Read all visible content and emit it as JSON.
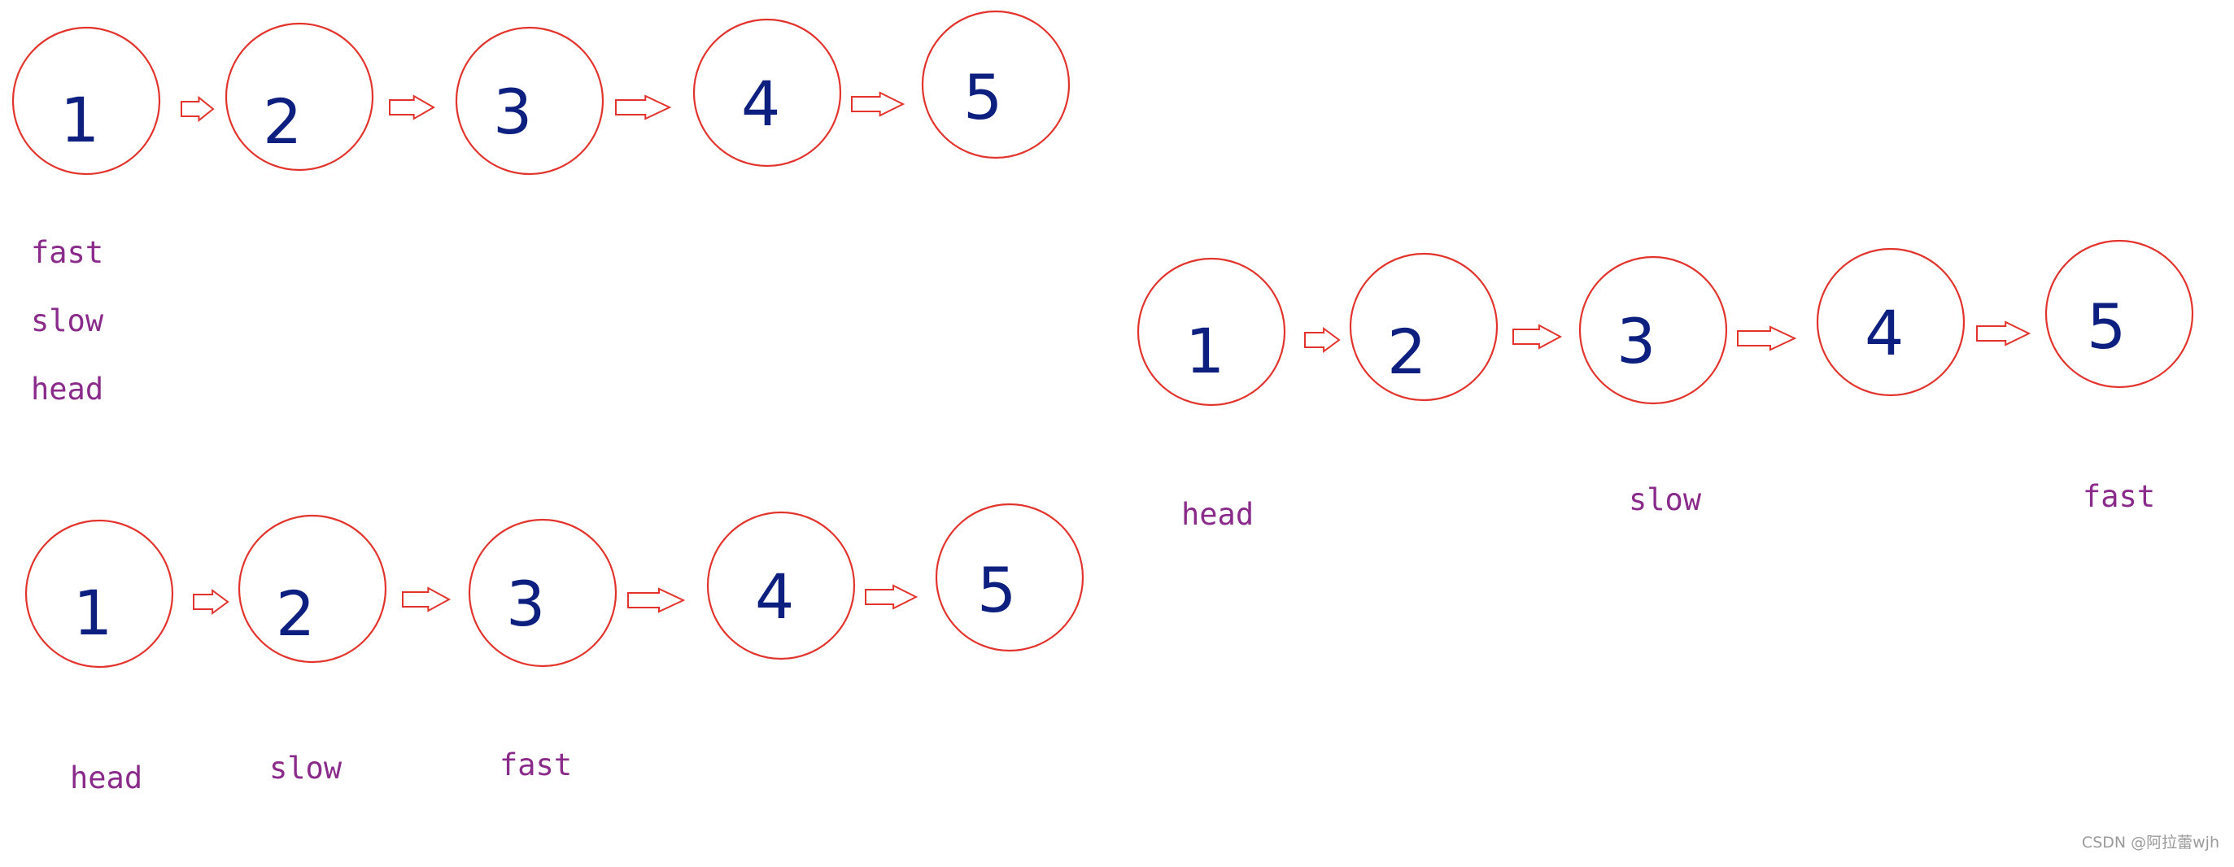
{
  "diagrams": [
    {
      "nodes": [
        "1",
        "2",
        "3",
        "4",
        "5"
      ],
      "pointers": [
        "fast",
        "slow",
        "head"
      ]
    },
    {
      "nodes": [
        "1",
        "2",
        "3",
        "4",
        "5"
      ],
      "pointers": [
        "head",
        "slow",
        "fast"
      ]
    },
    {
      "nodes": [
        "1",
        "2",
        "3",
        "4",
        "5"
      ],
      "pointers": [
        "head",
        "slow",
        "fast"
      ]
    }
  ],
  "watermark": "CSDN @阿拉蕾wjh",
  "colors": {
    "node_stroke": "#e2342c",
    "node_text": "#0d2080",
    "pointer_text": "#8a2a8a"
  }
}
